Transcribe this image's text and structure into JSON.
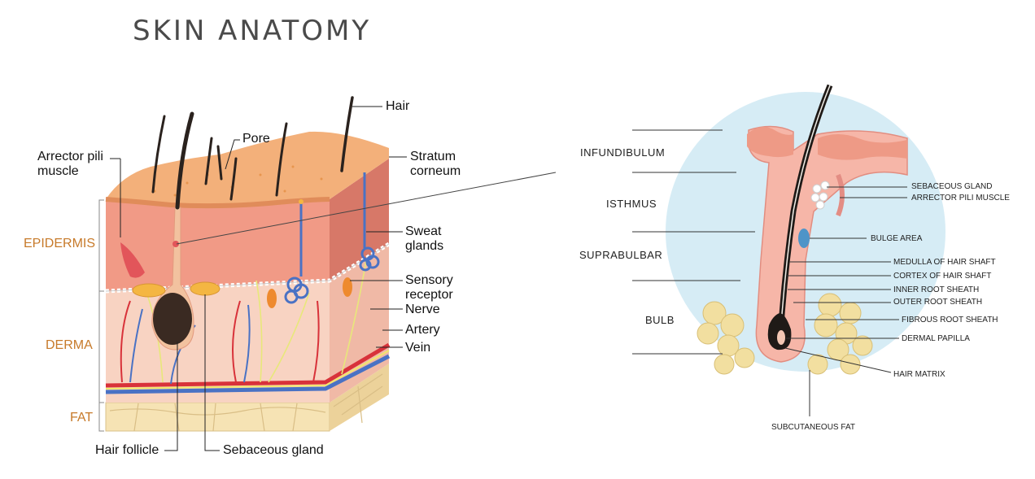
{
  "title": "SKIN ANATOMY",
  "cross_section": {
    "labels": {
      "hair": "Hair",
      "pore": "Pore",
      "stratum_corneum": "Stratum\ncorneum",
      "arrector_pili": "Arrector pili\nmuscle",
      "sweat_glands": "Sweat\nglands",
      "sensory_receptor": "Sensory\nreceptor",
      "nerve": "Nerve",
      "artery": "Artery",
      "vein": "Vein",
      "hair_follicle": "Hair follicle",
      "sebaceous_gland": "Sebaceous gland"
    },
    "layers": {
      "epidermis": "EPIDERMIS",
      "derma": "DERMA",
      "fat": "FAT"
    }
  },
  "follicle_detail": {
    "regions": {
      "infundibulum": "INFUNDIBULUM",
      "isthmus": "ISTHMUS",
      "suprabulbar": "SUPRABULBAR",
      "bulb": "BULB"
    },
    "labels": {
      "sebaceous_gland": "SEBACEOUS GLAND",
      "arrector_pili_muscle": "ARRECTOR PILI MUSCLE",
      "bulge_area": "BULGE AREA",
      "medulla": "MEDULLA OF HAIR SHAFT",
      "cortex": "CORTEX OF HAIR SHAFT",
      "inner_root_sheath": "INNER ROOT SHEATH",
      "outer_root_sheath": "OUTER ROOT SHEATH",
      "fibrous_root_sheath": "FIBROUS ROOT SHEATH",
      "dermal_papilla": "DERMAL PAPILLA",
      "hair_matrix": "HAIR MATRIX",
      "subcutaneous_fat": "SUBCUTANEOUS FAT"
    }
  },
  "colors": {
    "skin_top": "#f3b07a",
    "epidermis": "#f19a86",
    "dermis": "#f6c9b3",
    "fat": "#f6e3b4",
    "layer_label": "#c77a2a",
    "artery": "#d8323a",
    "vein": "#4a72c4",
    "bubble": "#d6ecf5"
  }
}
